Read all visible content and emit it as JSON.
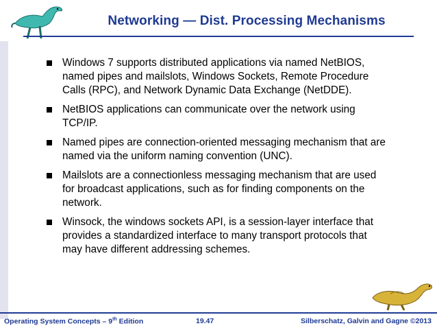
{
  "slide": {
    "title": "Networking —  Dist. Processing Mechanisms",
    "bullets": [
      "Windows 7 supports distributed applications via named NetBIOS, named pipes and mailslots, Windows Sockets, Remote Procedure Calls (RPC), and Network Dynamic Data Exchange (NetDDE).",
      "NetBIOS applications can communicate over the network using TCP/IP.",
      "Named pipes are connection-oriented messaging mechanism that are named via the uniform naming convention (UNC).",
      "Mailslots are a connectionless messaging mechanism that are used for broadcast applications, such as for finding components on the network.",
      "Winsock, the windows sockets API, is a session-layer interface that provides a standardized interface to many transport protocols that may have different addressing schemes."
    ]
  },
  "footer": {
    "left_prefix": "Operating System Concepts – 9",
    "left_sup": "th",
    "left_suffix": " Edition",
    "page": "19.47",
    "right": "Silberschatz, Galvin and Gagne ©2013"
  },
  "colors": {
    "title": "#1f3a93",
    "dino_top": "#3fb8b0",
    "dino_bottom": "#d8b33a"
  }
}
